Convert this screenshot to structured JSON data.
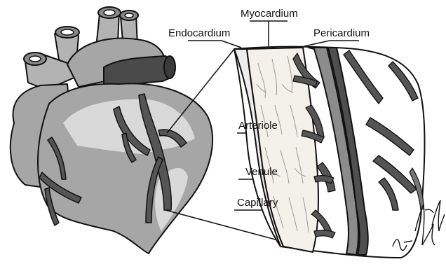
{
  "labels": {
    "myocardium": "Myocardium",
    "endocardium": "Endocardium",
    "pericardium": "Pericardium",
    "arteriole": "Arteriole",
    "venule": "Venule",
    "capillary": "Capillary"
  },
  "colors": {
    "heart_fill": "#a6a6a6",
    "heart_light": "#d9d9d9",
    "vessel_dark": "#555555",
    "aorta_dark": "#4a4a4a",
    "muscle_fill": "#f4f1ea",
    "outline": "#111111"
  },
  "icons": [
    "heart-illustration",
    "artist-signature"
  ]
}
